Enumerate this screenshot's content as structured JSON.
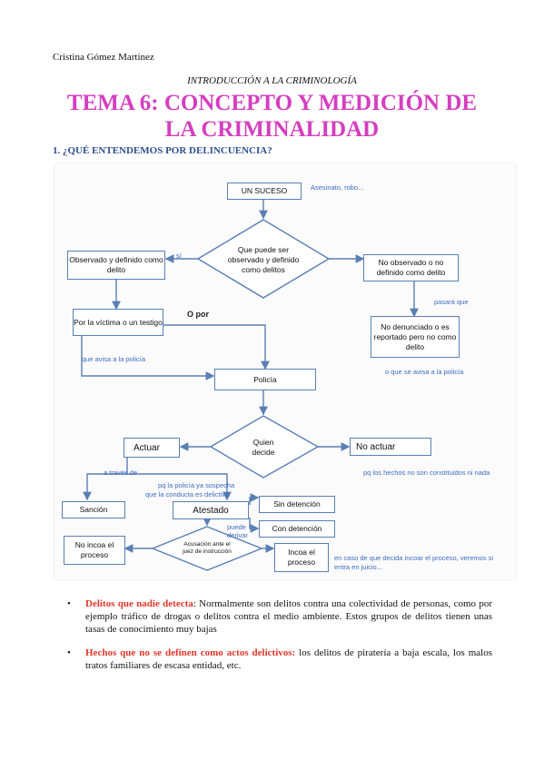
{
  "header": {
    "author": "Cristina Gómez Martínez",
    "subject": "INTRODUCCIÓN A LA CRIMINOLOGÍA",
    "title_line1": "TEMA 6: CONCEPTO Y MEDICIÓN DE",
    "title_line2": "LA CRIMINALIDAD",
    "section": "1. ¿QUÉ ENTENDEMOS POR DELINCUENCIA?"
  },
  "diagram": {
    "nodes": {
      "suceso": "UN SUCESO",
      "q_definido": "Que puede ser observado y definido como delitos",
      "observado": "Observado y definido como delito",
      "no_observado": "No observado o no definido como delito",
      "victima": "Por la víctima o un testigo",
      "no_denunciado": "No denunciado o es reportado pero no como delito",
      "policia": "Policía",
      "quien_decide": "Quien decide",
      "actuar": "Actuar",
      "no_actuar": "No actuar",
      "sancion": "Sanción",
      "atestado": "Atestado",
      "sin_detencion": "Sin detención",
      "con_detencion": "Con detención",
      "acusacion": "Acusación ante el juez de instrucción",
      "no_incoa": "No incoa el proceso",
      "incoa": "Incoa el proceso"
    },
    "notes": {
      "asesinato": "Asesinato, robo...",
      "si": "sí",
      "o_por": "O por",
      "pasara_que": "pasará que",
      "avisa_policia": "que avisa a la policía",
      "no_se_avisa": "o que se avisa a la policía",
      "a_traves_de": "a través de",
      "pq_policia_1": "pq la policía ya sospecha",
      "pq_policia_2": "que la conducta es delictiva",
      "pq_hechos": "pq los hechos no son constituidos ni nada",
      "puede_derivar_1": "puede",
      "puede_derivar_2": "derivar",
      "caso_decida_1": "en caso de que decida incoar el proceso, veremos si",
      "caso_decida_2": "entra en juicio..."
    }
  },
  "bullets": [
    {
      "term": "Delitos que nadie detecta",
      "text": ": Normalmente son delitos contra una colectividad de personas, como por ejemplo tráfico de drogas o delitos contra el medio ambiente. Estos grupos de delitos tienen unas tasas de conocimiento muy bajas"
    },
    {
      "term": "Hechos que no se definen como actos delictivos:",
      "text": " los delitos de piratería a baja escala, los malos tratos familiares de escasa entidad, etc."
    }
  ],
  "colors": {
    "title": "#d43fbf",
    "section": "#2e4e8c",
    "term": "#e0362a",
    "flow_line": "#5a7fb4",
    "note": "#3d6cc0"
  }
}
